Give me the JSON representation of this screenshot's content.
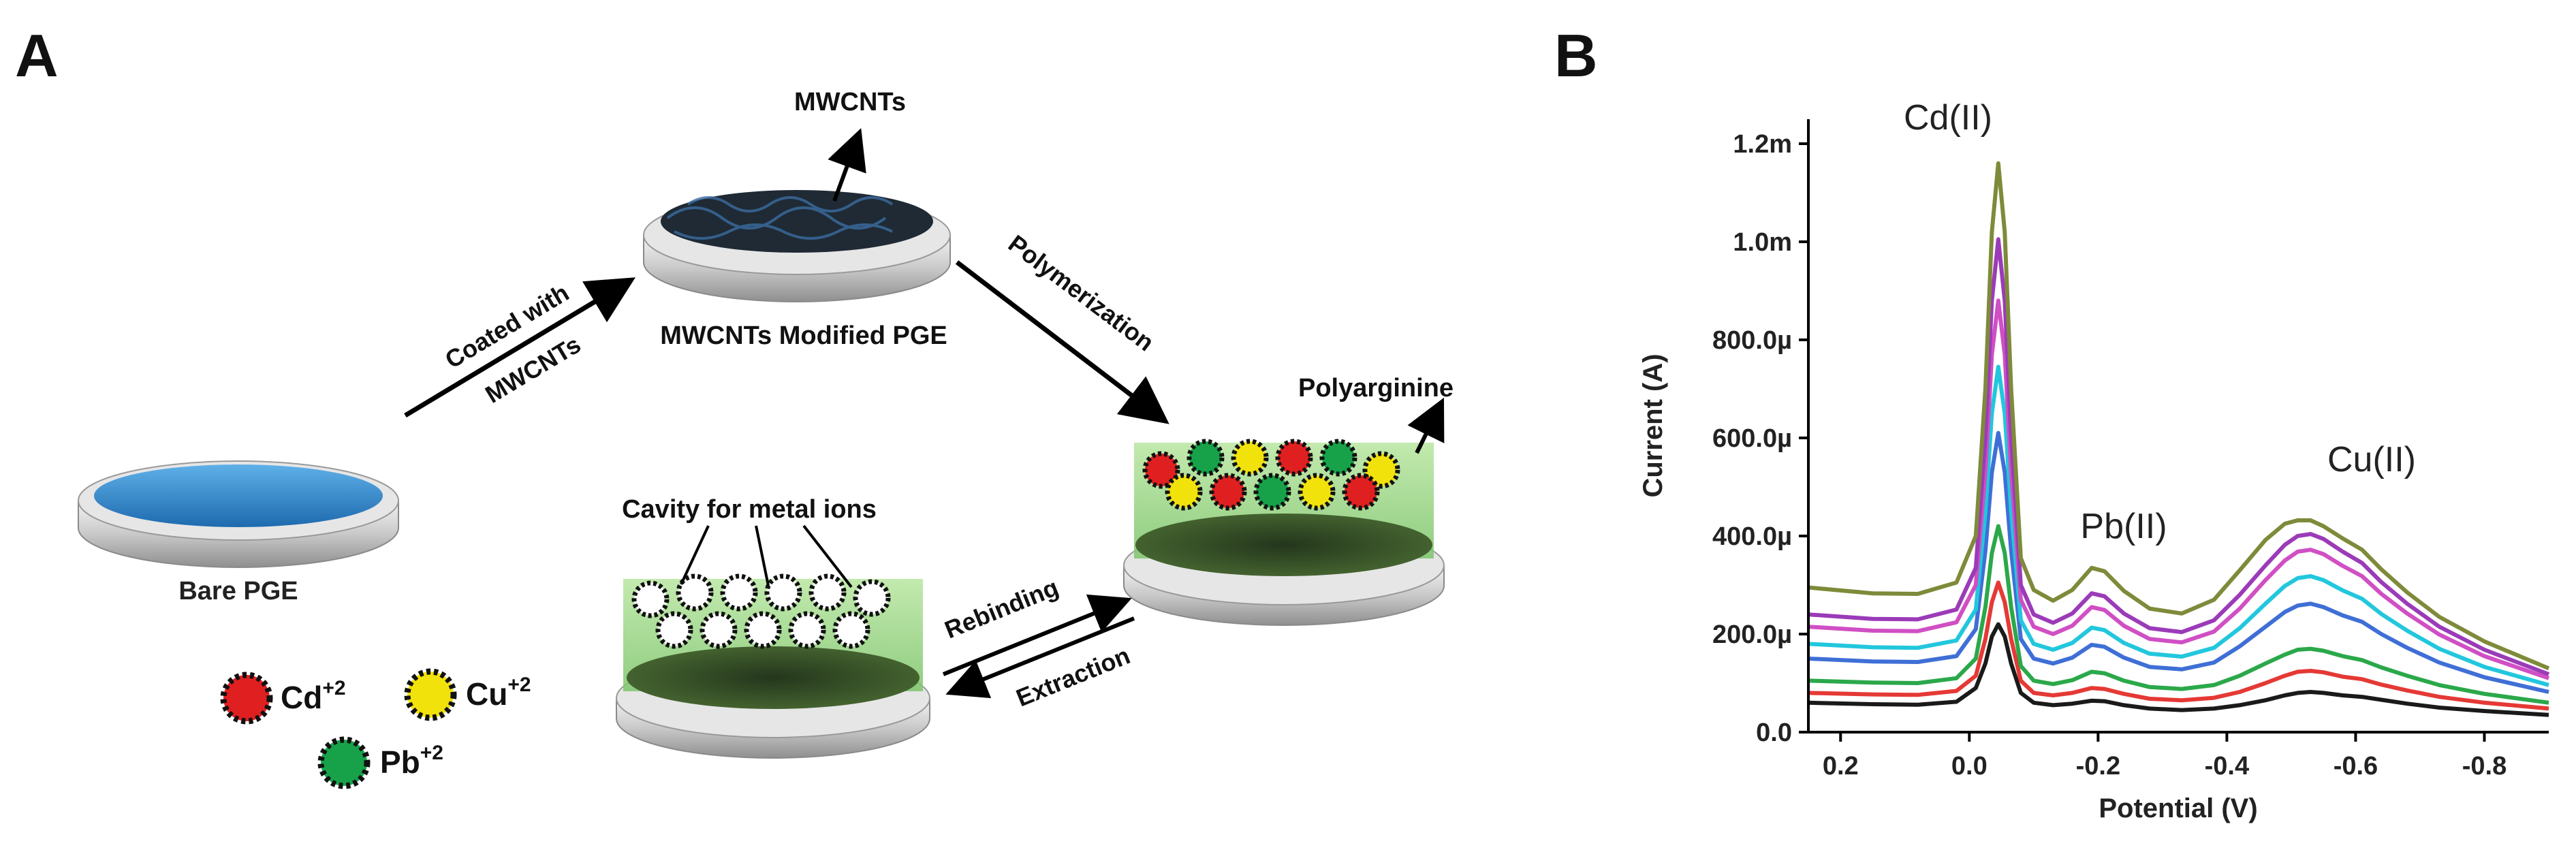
{
  "panel_a": {
    "label": "A",
    "bare_pge": "Bare PGE",
    "coated_line1": "Coated with",
    "coated_line2": "MWCNTs",
    "mwcnts": "MWCNTs",
    "mwcnts_modified": "MWCNTs Modified PGE",
    "polymerization": "Polymerization",
    "polyarginine": "Polyarginine",
    "cavity": "Cavity for metal ions",
    "rebinding": "Rebinding",
    "extraction": "Extraction",
    "legend": {
      "cd": "Cd",
      "cd_sup": "+2",
      "cu": "Cu",
      "cu_sup": "+2",
      "pb": "Pb",
      "pb_sup": "+2"
    },
    "colors": {
      "electrode_blue": "#2f86c8",
      "cd_red": "#e02020",
      "cu_yellow": "#f2e20c",
      "pb_green": "#17a24a",
      "polymer_green": "#a6dc8a"
    }
  },
  "panel_b": {
    "label": "B",
    "peak_labels": [
      "Cd(II)",
      "Pb(II)",
      "Cu(II)"
    ]
  },
  "chart_data": {
    "type": "line",
    "xlabel": "Potential (V)",
    "ylabel": "Current (A)",
    "xlim": [
      0.25,
      -0.9
    ],
    "ylim": [
      0,
      0.00125
    ],
    "x_reversed": true,
    "grid": false,
    "x_ticks": [
      0.2,
      0.0,
      -0.2,
      -0.4,
      -0.6,
      -0.8
    ],
    "x_tick_labels": [
      "0.2",
      "0.0",
      "-0.2",
      "-0.4",
      "-0.6",
      "-0.8"
    ],
    "y_ticks": [
      0,
      0.0002,
      0.0004,
      0.0006,
      0.0008,
      0.001,
      0.0012
    ],
    "y_tick_labels": [
      "0.0",
      "200.0µ",
      "400.0µ",
      "600.0µ",
      "800.0µ",
      "1.0m",
      "1.2m"
    ],
    "x": [
      0.25,
      0.15,
      0.08,
      0.02,
      -0.01,
      -0.025,
      -0.035,
      -0.045,
      -0.055,
      -0.065,
      -0.08,
      -0.1,
      -0.13,
      -0.16,
      -0.19,
      -0.21,
      -0.24,
      -0.28,
      -0.33,
      -0.38,
      -0.42,
      -0.46,
      -0.49,
      -0.51,
      -0.53,
      -0.55,
      -0.58,
      -0.61,
      -0.64,
      -0.68,
      -0.73,
      -0.8,
      -0.9
    ],
    "series": [
      {
        "color": "#1a1a1a",
        "values": [
          6e-05,
          5.7e-05,
          5.6e-05,
          6.2e-05,
          9e-05,
          0.00014,
          0.000195,
          0.00022,
          0.000195,
          0.00014,
          8e-05,
          6e-05,
          5.5e-05,
          5.8e-05,
          6.4e-05,
          6.3e-05,
          5.5e-05,
          4.8e-05,
          4.5e-05,
          4.8e-05,
          5.5e-05,
          6.5e-05,
          7.5e-05,
          8e-05,
          8.2e-05,
          8e-05,
          7.5e-05,
          7.2e-05,
          6.6e-05,
          5.8e-05,
          5e-05,
          4.3e-05,
          3.5e-05
        ]
      },
      {
        "color": "#e53935",
        "values": [
          8e-05,
          7.7e-05,
          7.6e-05,
          8.4e-05,
          0.000115,
          0.00019,
          0.000265,
          0.000305,
          0.000265,
          0.00019,
          0.000105,
          8e-05,
          7.5e-05,
          8e-05,
          9e-05,
          8.8e-05,
          7.8e-05,
          6.8e-05,
          6.5e-05,
          7e-05,
          8.2e-05,
          0.0001,
          0.000115,
          0.000123,
          0.000125,
          0.000122,
          0.000113,
          0.000108,
          9.7e-05,
          8.5e-05,
          7.2e-05,
          6e-05,
          4.8e-05
        ]
      },
      {
        "color": "#2ba84a",
        "values": [
          0.000105,
          0.000101,
          0.0001,
          0.00011,
          0.00015,
          0.000255,
          0.000365,
          0.00042,
          0.000365,
          0.000255,
          0.000135,
          0.000105,
          9.8e-05,
          0.000106,
          0.000123,
          0.00012,
          0.000105,
          9.2e-05,
          8.8e-05,
          9.6e-05,
          0.000115,
          0.00014,
          0.000158,
          0.000168,
          0.00017,
          0.000166,
          0.000155,
          0.000147,
          0.000132,
          0.000115,
          9.6e-05,
          7.8e-05,
          6e-05
        ]
      },
      {
        "color": "#3f6fd6",
        "values": [
          0.00015,
          0.000144,
          0.000143,
          0.000155,
          0.00021,
          0.00037,
          0.00053,
          0.00061,
          0.00053,
          0.00037,
          0.00019,
          0.00015,
          0.00014,
          0.000152,
          0.000178,
          0.000174,
          0.000152,
          0.000133,
          0.000128,
          0.000142,
          0.000175,
          0.000215,
          0.000245,
          0.000258,
          0.000262,
          0.000255,
          0.000238,
          0.000225,
          0.0002,
          0.000172,
          0.000142,
          0.000112,
          8.2e-05
        ]
      },
      {
        "color": "#22c7dd",
        "values": [
          0.00018,
          0.000173,
          0.000172,
          0.000187,
          0.00025,
          0.00045,
          0.00065,
          0.000745,
          0.00065,
          0.00045,
          0.000228,
          0.00018,
          0.000168,
          0.000182,
          0.000213,
          0.000208,
          0.000182,
          0.00016,
          0.000154,
          0.000172,
          0.000212,
          0.000262,
          0.000298,
          0.000314,
          0.000318,
          0.00031,
          0.000289,
          0.000272,
          0.000241,
          0.000207,
          0.00017,
          0.000133,
          9.6e-05
        ]
      },
      {
        "color": "#d04fc4",
        "values": [
          0.000215,
          0.000207,
          0.000206,
          0.000224,
          0.0003,
          0.00053,
          0.00077,
          0.00088,
          0.00077,
          0.00053,
          0.00027,
          0.000215,
          0.0002,
          0.000217,
          0.000255,
          0.000249,
          0.000217,
          0.00019,
          0.000183,
          0.000205,
          0.000252,
          0.00031,
          0.00035,
          0.000368,
          0.000372,
          0.000363,
          0.000339,
          0.000318,
          0.000282,
          0.000242,
          0.000199,
          0.000155,
          0.00011
        ]
      },
      {
        "color": "#9b3bb8",
        "values": [
          0.00024,
          0.000231,
          0.00023,
          0.00025,
          0.000335,
          0.0006,
          0.00088,
          0.001005,
          0.00088,
          0.0006,
          0.0003,
          0.00024,
          0.000223,
          0.000242,
          0.000283,
          0.000277,
          0.000242,
          0.000212,
          0.000204,
          0.000228,
          0.00028,
          0.00034,
          0.000382,
          0.0004,
          0.000404,
          0.000394,
          0.000368,
          0.000345,
          0.000306,
          0.000262,
          0.000215,
          0.000168,
          0.000118
        ]
      },
      {
        "color": "#7f8a3a",
        "values": [
          0.000295,
          0.000283,
          0.000282,
          0.000305,
          0.0004,
          0.0007,
          0.00102,
          0.00116,
          0.00102,
          0.0007,
          0.000355,
          0.00029,
          0.000268,
          0.00029,
          0.000335,
          0.000328,
          0.000288,
          0.000252,
          0.000242,
          0.00027,
          0.00033,
          0.000392,
          0.000425,
          0.000432,
          0.000432,
          0.00042,
          0.000395,
          0.000372,
          0.000332,
          0.000285,
          0.000235,
          0.000185,
          0.00013
        ]
      }
    ]
  }
}
